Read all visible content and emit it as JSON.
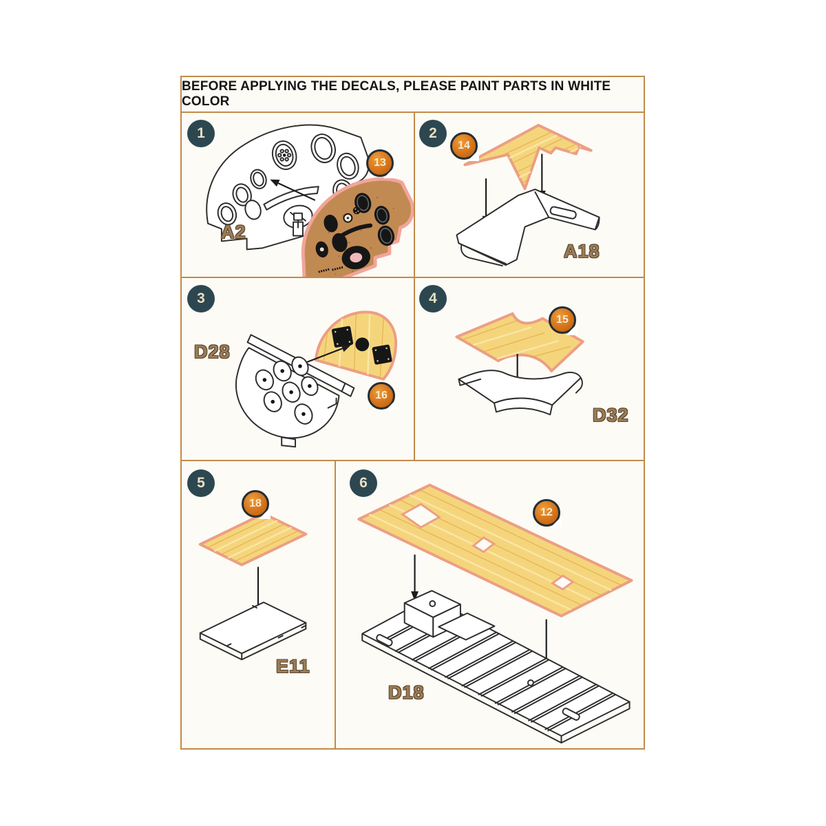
{
  "header": {
    "title": "BEFORE APPLYING THE DECALS, PLEASE PAINT PARTS IN WHITE COLOR"
  },
  "panels": [
    {
      "step": "1",
      "part_label": "A2",
      "decal_number": "13"
    },
    {
      "step": "2",
      "part_label": "A18",
      "decal_number": "14"
    },
    {
      "step": "3",
      "part_label": "D28",
      "decal_number": "16"
    },
    {
      "step": "4",
      "part_label": "D32",
      "decal_number": "15"
    },
    {
      "step": "5",
      "part_label": "E11",
      "decal_number": "18"
    },
    {
      "step": "6",
      "part_label": "D18",
      "decal_number": "12"
    }
  ],
  "icons": {
    "step_badge": "numbered-circle",
    "decal_badge": "numbered-sticker-peel"
  },
  "colors": {
    "frame_border": "#c28a49",
    "sheet_background": "#fdfbf5",
    "step_badge_bg": "#2d4751",
    "step_badge_text": "#e9dfc2",
    "decal_badge_bg": "#d3721c",
    "decal_badge_ring": "#232d33",
    "decal_badge_text": "#f6ebd2",
    "wood_decal_fill": "#f5d57c",
    "wood_grain": "#e2aa4c",
    "decal_outline": "#eb9f85",
    "cork_decal_fill": "#c18a52",
    "line_art_stroke": "#2e2e2e",
    "part_label_color": "#9b7c55"
  }
}
